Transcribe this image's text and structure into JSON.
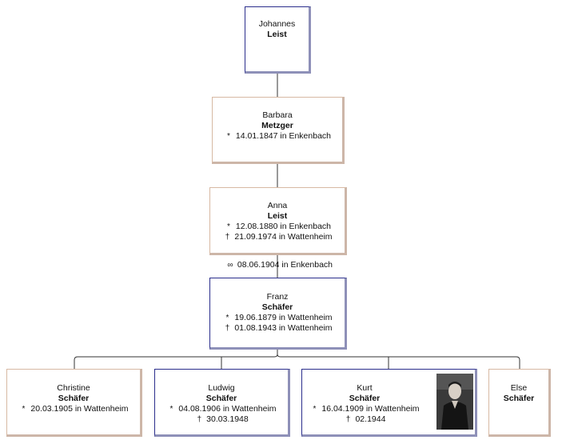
{
  "persons": {
    "johannes": {
      "given": "Johannes",
      "surname": "Leist"
    },
    "barbara": {
      "given": "Barbara",
      "surname": "Metzger",
      "birth": "14.01.1847 in Enkenbach"
    },
    "anna": {
      "given": "Anna",
      "surname": "Leist",
      "birth": "12.08.1880 in Enkenbach",
      "death": "21.09.1974 in Wattenheim"
    },
    "franz": {
      "given": "Franz",
      "surname": "Schäfer",
      "birth": "19.06.1879 in Wattenheim",
      "death": "01.08.1943 in Wattenheim"
    },
    "christine": {
      "given": "Christine",
      "surname": "Schäfer",
      "birth": "20.03.1905 in Wattenheim"
    },
    "ludwig": {
      "given": "Ludwig",
      "surname": "Schäfer",
      "birth": "04.08.1906 in Wattenheim",
      "death": "30.03.1948"
    },
    "kurt": {
      "given": "Kurt",
      "surname": "Schäfer",
      "birth": "16.04.1909 in Wattenheim",
      "death": "02.1944"
    },
    "else": {
      "given": "Else",
      "surname": "Schäfer"
    }
  },
  "marriage": {
    "text": "08.06.1904 in Enkenbach"
  },
  "symbols": {
    "birth": "*",
    "death": "†",
    "marriage": "∞"
  },
  "colors": {
    "male_border": "#2b2e8c",
    "female_border": "#d7b9a3",
    "line": "#333333"
  }
}
